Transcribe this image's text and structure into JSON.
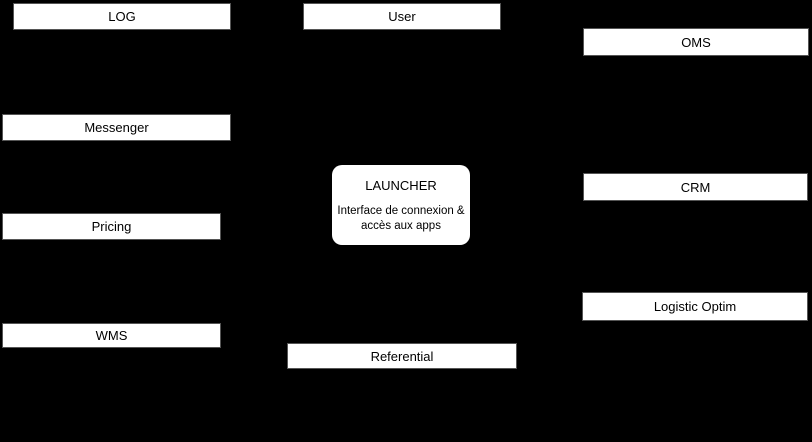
{
  "diagram": {
    "background_color": "#000000",
    "node_fill_color": "#ffffff",
    "node_border_color": "#555555",
    "node_text_color": "#000000",
    "nodes": {
      "log": {
        "label": "LOG"
      },
      "user": {
        "label": "User"
      },
      "oms": {
        "label": "OMS"
      },
      "messenger": {
        "label": "Messenger"
      },
      "crm": {
        "label": "CRM"
      },
      "pricing": {
        "label": "Pricing"
      },
      "logistic_optim": {
        "label": "Logistic Optim"
      },
      "wms": {
        "label": "WMS"
      },
      "referential": {
        "label": "Referential"
      },
      "launcher": {
        "title": "LAUNCHER",
        "description_line1": "Interface de connexion &",
        "description_line2": "accès aux apps"
      }
    }
  }
}
